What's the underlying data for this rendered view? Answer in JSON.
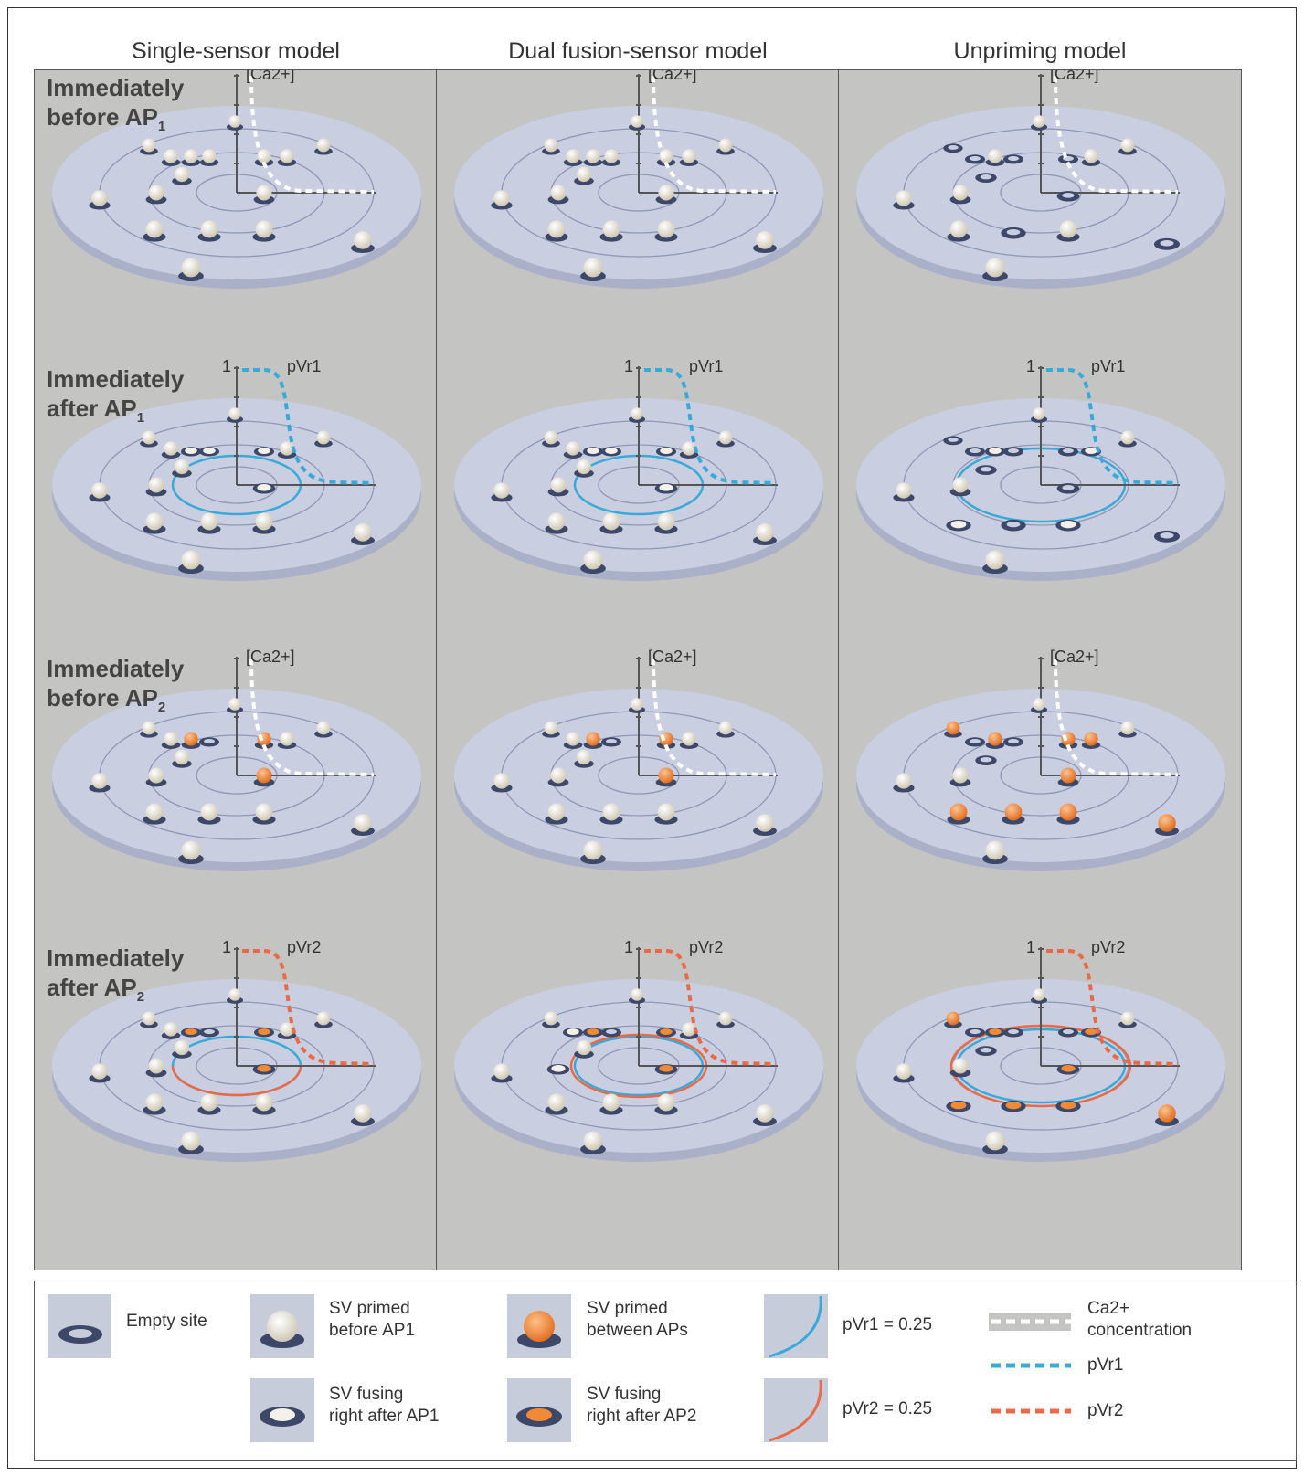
{
  "column_titles": [
    "Single-sensor model",
    "Dual fusion-sensor model",
    "Unpriming model"
  ],
  "row_labels": [
    {
      "line1": "Immediately",
      "line2": "before AP",
      "sub": "1"
    },
    {
      "line1": "Immediately",
      "line2": "after AP",
      "sub": "1"
    },
    {
      "line1": "Immediately",
      "line2": "before AP",
      "sub": "2"
    },
    {
      "line1": "Immediately",
      "line2": "after AP",
      "sub": "2"
    }
  ],
  "axis_labels": {
    "ca": "[Ca2+]",
    "pvr1": "pVr1",
    "pvr2": "pVr2",
    "one": "1"
  },
  "legend": {
    "empty_site": "Empty site",
    "sv_primed_before": "SV primed\nbefore AP1",
    "sv_primed_between": "SV primed\nbetween APs",
    "pvr1_eq": "pVr1 = 0.25",
    "pvr2_eq": "pVr2 = 0.25",
    "ca_conc": "Ca2+\nconcentration",
    "pvr1": "pVr1",
    "pvr2": "pVr2",
    "sv_fusing_ap1": "SV fusing\nright after AP1",
    "sv_fusing_ap2": "SV fusing\nright after AP2"
  },
  "colors": {
    "panel_bg": "#c4c5c3",
    "disc": "#c9cfe0",
    "ring": "#8f97b5",
    "sv_white": "#efece4",
    "sv_orange": "#f08a35",
    "empty_site": "#3d4768",
    "pvr1": "#3aa9d8",
    "pvr2": "#ea6a47",
    "ca": "#ffffff"
  }
}
